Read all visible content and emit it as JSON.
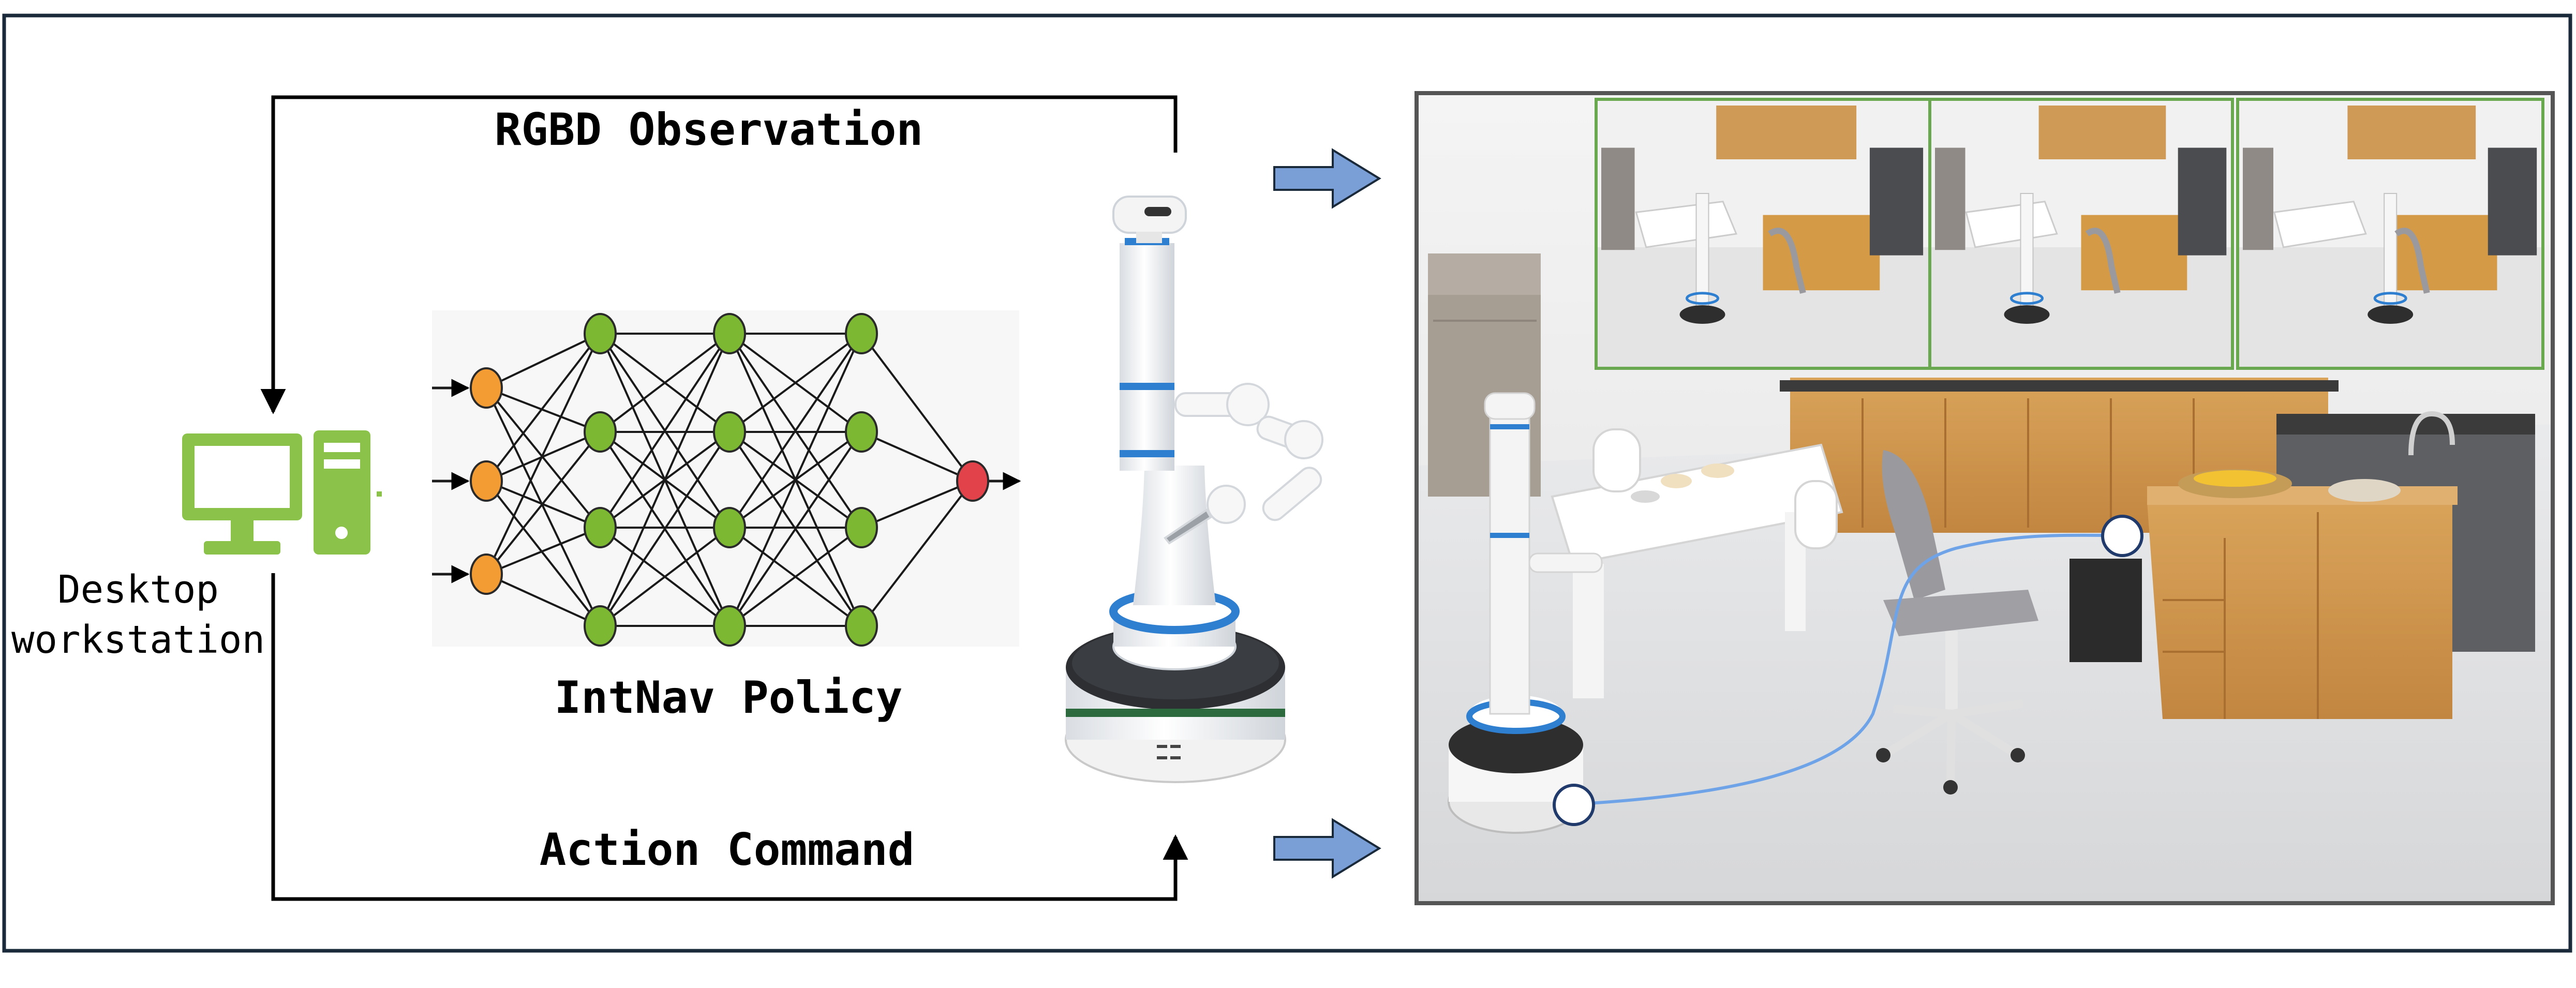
{
  "labels": {
    "rgbd": "RGBD Observation",
    "policy": "IntNav Policy",
    "action": "Action Command",
    "desktop_line1": "Desktop",
    "desktop_line2": "workstation"
  },
  "network": {
    "layers": [
      3,
      4,
      4,
      4,
      1
    ],
    "input_color": "#f39c34",
    "hidden_color": "#7cb832",
    "output_color": "#e2434b"
  },
  "colors": {
    "computer_green": "#8bc34a",
    "arrow_blue": "#7a9fd6",
    "robot_accent": "#2f7fd1",
    "frame_border": "#1a2a3a",
    "inset_border": "#6aa84f",
    "trajectory": "#6fa3e8"
  },
  "icons": {
    "computer": "desktop-computer-icon",
    "robot": "mobile-manipulator-robot",
    "arrow": "block-arrow-right"
  }
}
